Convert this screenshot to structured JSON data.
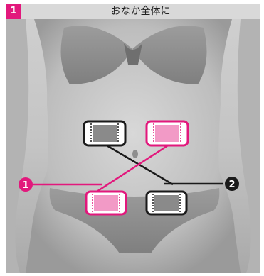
{
  "header": {
    "step": "1",
    "title": "おなか全体に"
  },
  "callouts": [
    {
      "number": "1",
      "color": "#e2187c"
    },
    {
      "number": "2",
      "color": "#1a1a1a"
    }
  ],
  "colors": {
    "accent": "#e2187c",
    "dark": "#1a1a1a",
    "pad_gray": "#8a8a8a",
    "pad_pink": "#f29ac6"
  }
}
